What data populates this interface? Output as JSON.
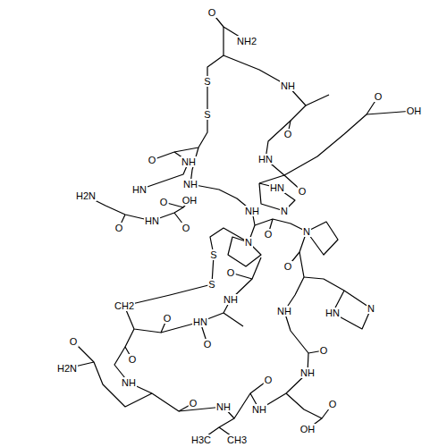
{
  "diagram": {
    "labels": [
      "O",
      "NH2",
      "S",
      "NH",
      "O",
      "OH",
      "S",
      "O",
      "O",
      "NH",
      "HN",
      "HN",
      "NH",
      "HN",
      "O",
      "O",
      "OH",
      "N",
      "NH",
      "H2N",
      "HN",
      "O",
      "O",
      "O",
      "N",
      "N",
      "S",
      "O",
      "S",
      "O",
      "NH",
      "CH2",
      "HN",
      "NH",
      "O",
      "N",
      "HN",
      "O",
      "O",
      "H2N",
      "O",
      "NH",
      "NH",
      "O",
      "O",
      "NH",
      "O",
      "NH",
      "O",
      "OH",
      "H3C",
      "CH3"
    ]
  }
}
